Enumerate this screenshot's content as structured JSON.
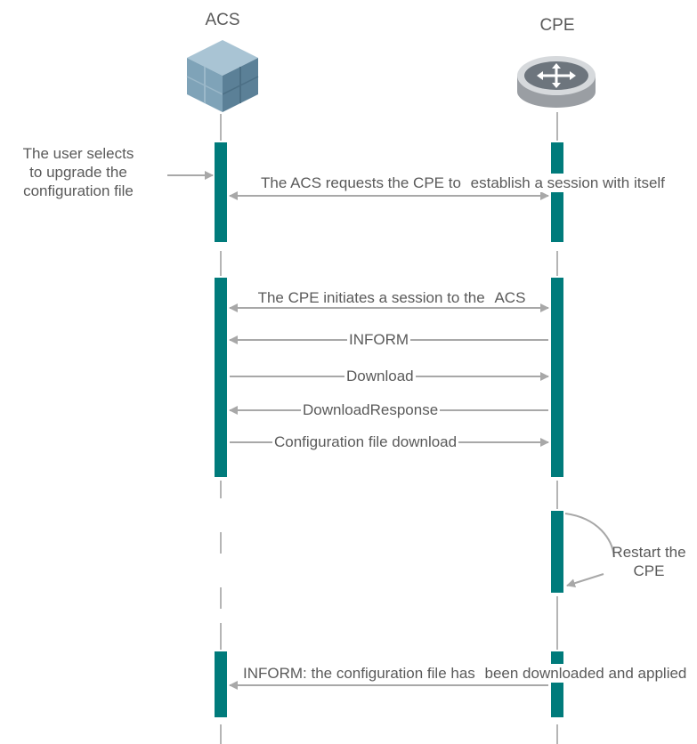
{
  "participants": {
    "acs": {
      "label": "ACS",
      "icon": "server-cube-icon"
    },
    "cpe": {
      "label": "CPE",
      "icon": "router-icon"
    }
  },
  "colors": {
    "activation": "#007b7b",
    "arrow": "#a8a8a8",
    "lifeline": "#b5b5b5",
    "text": "#5a5a5a"
  },
  "notes": {
    "user_action": [
      "The user selects",
      "to upgrade the",
      "configuration file"
    ],
    "restart": [
      "Restart the",
      "CPE"
    ]
  },
  "messages": {
    "request_session": [
      "The ACS requests the CPE to",
      "establish a session with itself"
    ],
    "initiate_session": [
      "The CPE initiates a session to the",
      "ACS"
    ],
    "inform": "INFORM",
    "download": "Download",
    "download_response": "DownloadResponse",
    "config_download": "Configuration file download",
    "final_inform": [
      "INFORM: the configuration file has",
      "been downloaded and applied"
    ]
  }
}
